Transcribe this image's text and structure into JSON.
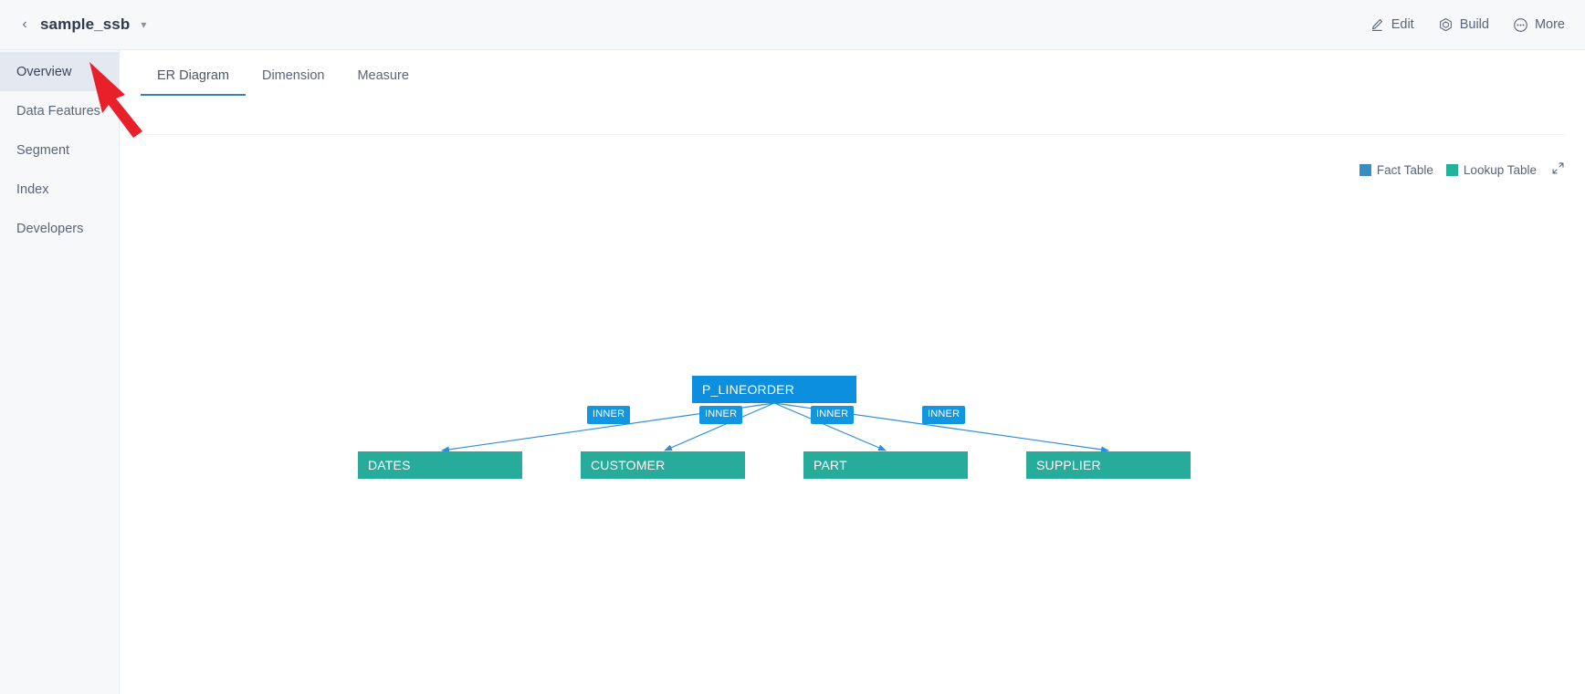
{
  "header": {
    "back_icon": "chevron-left-icon",
    "title": "sample_ssb",
    "title_caret_icon": "chevron-down-icon",
    "actions": [
      {
        "label": "Edit",
        "icon": "pencil-icon"
      },
      {
        "label": "Build",
        "icon": "cube-icon"
      },
      {
        "label": "More",
        "icon": "ellipsis-circle-icon"
      }
    ]
  },
  "sidebar": {
    "items": [
      {
        "label": "Overview",
        "active": true
      },
      {
        "label": "Data Features",
        "active": false
      },
      {
        "label": "Segment",
        "active": false
      },
      {
        "label": "Index",
        "active": false
      },
      {
        "label": "Developers",
        "active": false
      }
    ]
  },
  "main": {
    "tabs": [
      {
        "label": "ER Diagram",
        "active": true
      },
      {
        "label": "Dimension",
        "active": false
      },
      {
        "label": "Measure",
        "active": false
      }
    ],
    "legend": {
      "fact_label": "Fact Table",
      "fact_color": "#3a8dc0",
      "lookup_label": "Lookup Table",
      "lookup_color": "#22b19b",
      "expand_icon": "fullscreen-expand-icon"
    }
  },
  "er_diagram": {
    "fact_color": "#0d8fe0",
    "lookup_color": "#27ab9a",
    "edge_color": "#2a8fd8",
    "fact_table": {
      "name": "P_LINEORDER"
    },
    "lookup_tables": [
      {
        "name": "DATES"
      },
      {
        "name": "CUSTOMER"
      },
      {
        "name": "PART"
      },
      {
        "name": "SUPPLIER"
      }
    ],
    "joins": [
      {
        "type": "INNER",
        "target": "DATES"
      },
      {
        "type": "INNER",
        "target": "CUSTOMER"
      },
      {
        "type": "INNER",
        "target": "PART"
      },
      {
        "type": "INNER",
        "target": "SUPPLIER"
      }
    ]
  },
  "annotation": {
    "arrow_color": "#e8202a"
  }
}
